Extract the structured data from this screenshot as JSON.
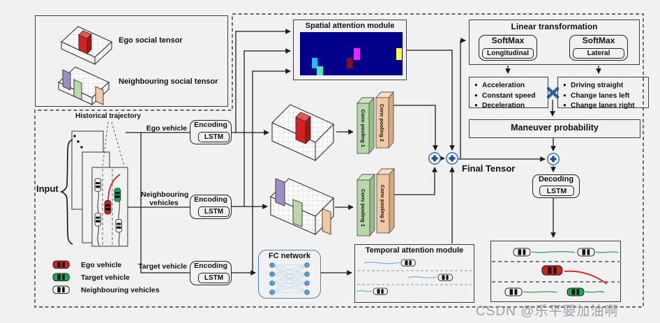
{
  "social_tensors": {
    "ego_caption": "Ego social tensor",
    "neighbouring_caption": "Neighbouring social tensor"
  },
  "input": {
    "label": "Input",
    "historical": "Historical trajectory",
    "ego": "Ego vehicle",
    "neighbouring_l1": "Neighbouring",
    "neighbouring_l2": "vehicles",
    "target": "Target vehicle"
  },
  "encoder": {
    "title": "Encoding",
    "cell": "LSTM"
  },
  "spatial": {
    "title": "Spatial attention module"
  },
  "temporal": {
    "title": "Temporal attention module"
  },
  "fc": {
    "title": "FC network"
  },
  "conv": {
    "c1": "Conv pooling 1",
    "c2": "Conv pooling 2"
  },
  "fusion": {
    "final_tensor": "Final Tensor"
  },
  "maneuver": {
    "linear_title": "Linear transformation",
    "softmax": "SoftMax",
    "longitudinal": "Longitudinal",
    "lateral": "Lateral",
    "longitudinal_options": [
      "Acceleration",
      "Constant speed",
      "Deceleration"
    ],
    "lateral_options": [
      "Driving straight",
      "Change lanes left",
      "Change lanes right"
    ],
    "probability": "Maneuver probability"
  },
  "decoder": {
    "title": "Decoding",
    "cell": "LSTM"
  },
  "legend": {
    "ego": "Ego vehicle",
    "target": "Target vehicle",
    "neighbouring": "Neighbouring vehicles"
  },
  "watermark": "CSDN @乐平要加油啊",
  "colors": {
    "ego_car": "#d62020",
    "target_car": "#17a95c",
    "neighbour_car": "#f2f2f2",
    "attention_bg": "#00008b",
    "accent_blue": "#2e5fa3",
    "conv_green": "#b7d7a8",
    "conv_orange": "#f0c9a2"
  }
}
